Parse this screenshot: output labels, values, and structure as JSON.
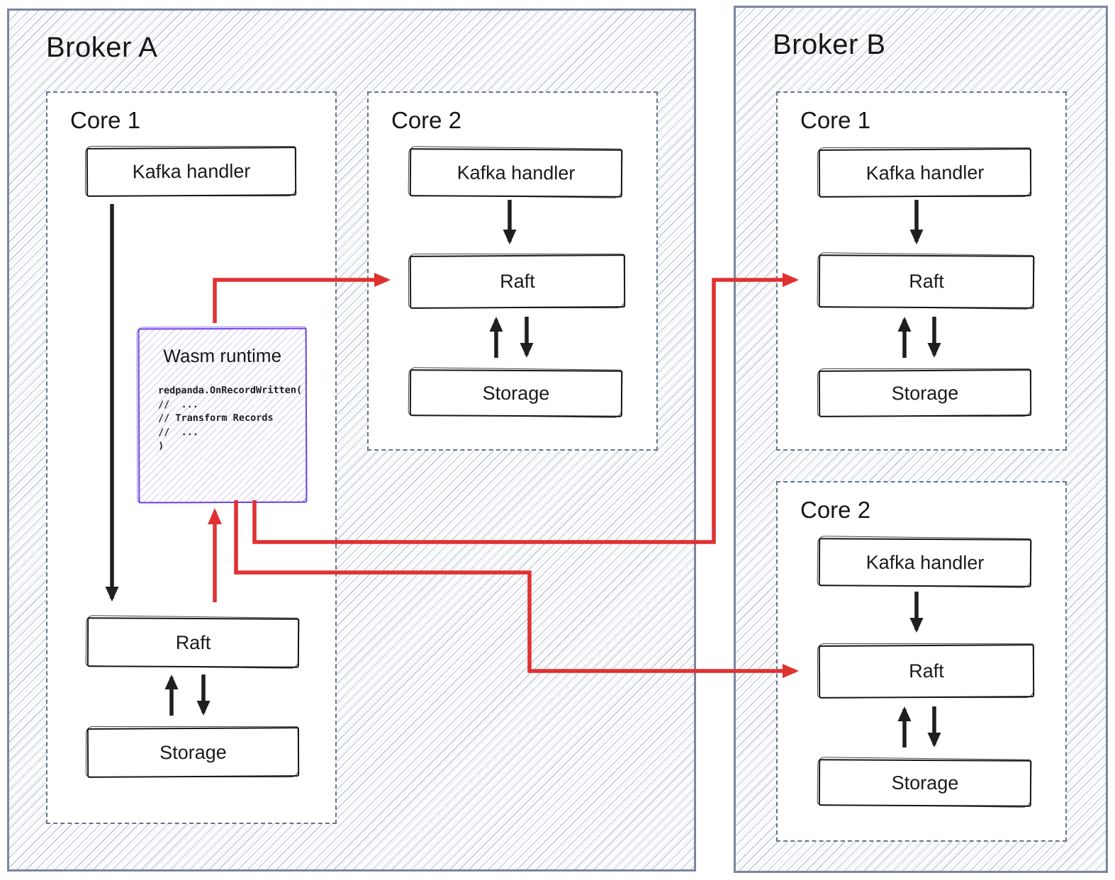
{
  "brokers": {
    "a": {
      "title": "Broker A",
      "cores": {
        "core1": {
          "label": "Core 1",
          "nodes": {
            "kafka": "Kafka handler",
            "raft": "Raft",
            "storage": "Storage"
          },
          "wasm": {
            "title": "Wasm runtime",
            "code": "redpanda.OnRecordWritten(\n//  ...\n// Transform Records\n//  ...\n)"
          }
        },
        "core2": {
          "label": "Core 2",
          "nodes": {
            "kafka": "Kafka handler",
            "raft": "Raft",
            "storage": "Storage"
          }
        }
      }
    },
    "b": {
      "title": "Broker B",
      "cores": {
        "core1": {
          "label": "Core 1",
          "nodes": {
            "kafka": "Kafka handler",
            "raft": "Raft",
            "storage": "Storage"
          }
        },
        "core2": {
          "label": "Core 2",
          "nodes": {
            "kafka": "Kafka handler",
            "raft": "Raft",
            "storage": "Storage"
          }
        }
      }
    }
  },
  "flows": [
    {
      "from": "broker-a/core1/kafka-handler",
      "to": "broker-a/core1/raft",
      "type": "black-arrow"
    },
    {
      "from": "broker-a/core1/raft",
      "to": "broker-a/core1/storage",
      "type": "black-arrow-bidirectional"
    },
    {
      "from": "broker-a/core1/raft",
      "to": "broker-a/core1/wasm-runtime",
      "type": "red-arrow"
    },
    {
      "from": "broker-a/core1/wasm-runtime",
      "to": "broker-a/core2/raft",
      "type": "red-arrow"
    },
    {
      "from": "broker-a/core1/wasm-runtime",
      "to": "broker-b/core1/raft",
      "type": "red-arrow"
    },
    {
      "from": "broker-a/core1/wasm-runtime",
      "to": "broker-b/core2/raft",
      "type": "red-arrow"
    },
    {
      "from": "broker-a/core2/kafka-handler",
      "to": "broker-a/core2/raft",
      "type": "black-arrow"
    },
    {
      "from": "broker-a/core2/raft",
      "to": "broker-a/core2/storage",
      "type": "black-arrow-bidirectional"
    },
    {
      "from": "broker-b/core1/kafka-handler",
      "to": "broker-b/core1/raft",
      "type": "black-arrow"
    },
    {
      "from": "broker-b/core1/raft",
      "to": "broker-b/core1/storage",
      "type": "black-arrow-bidirectional"
    },
    {
      "from": "broker-b/core2/kafka-handler",
      "to": "broker-b/core2/raft",
      "type": "black-arrow"
    },
    {
      "from": "broker-b/core2/raft",
      "to": "broker-b/core2/storage",
      "type": "black-arrow-bidirectional"
    }
  ],
  "colors": {
    "arrow_red": "#e03131",
    "wasm_purple": "#6b46e0",
    "broker_border": "#78879f",
    "core_border_dashed": "#64748b",
    "node_border": "#181818",
    "hatch_line": "#a9b6cb"
  }
}
